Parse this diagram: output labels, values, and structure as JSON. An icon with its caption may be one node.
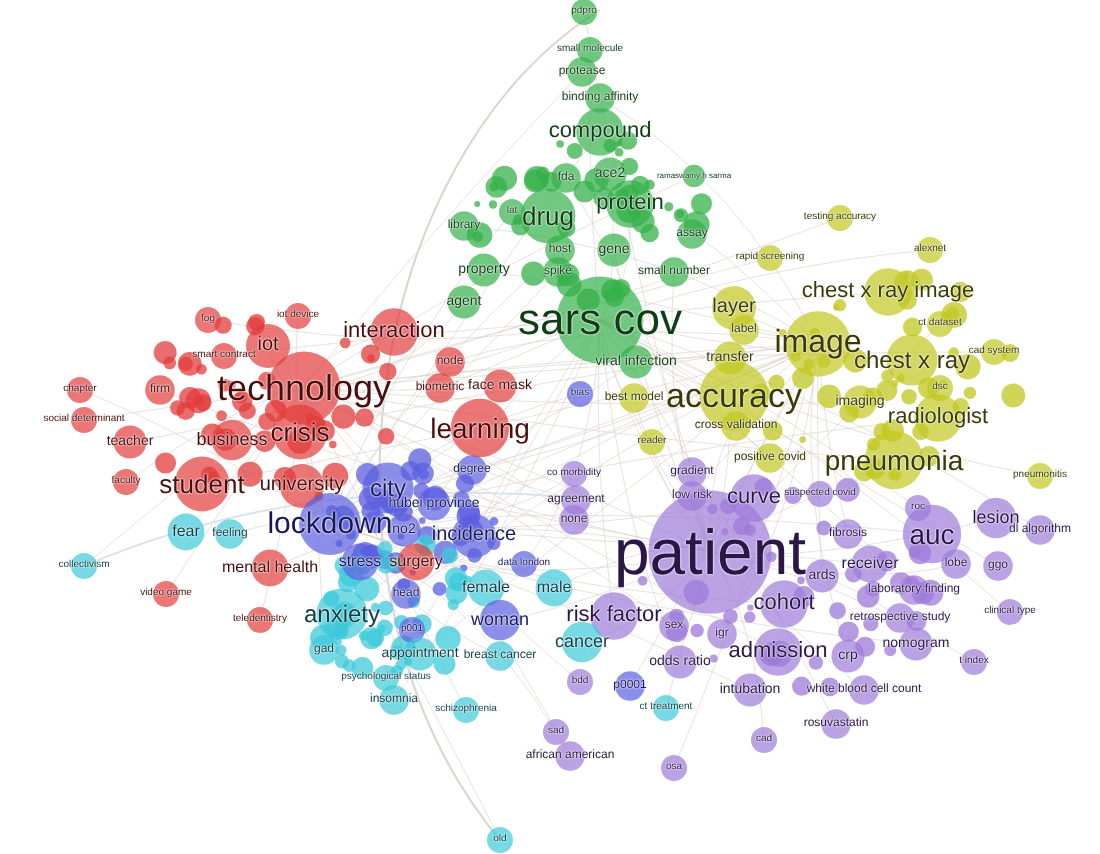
{
  "diagram": {
    "labels": [
      "pdpro",
      "small molecule",
      "protease",
      "binding affinity",
      "compound",
      "fda",
      "ace2",
      "ramaswamy h sarma",
      "library",
      "lat",
      "drug",
      "protein",
      "testing accuracy",
      "assay",
      "host",
      "gene",
      "alexnet",
      "rapid screening",
      "property",
      "spike",
      "small number",
      "chest x ray image",
      "agent",
      "layer",
      "iot device",
      "sars cov",
      "fog",
      "interaction",
      "label",
      "image",
      "ct dataset",
      "smart contract",
      "iot",
      "node",
      "viral infection",
      "transfer",
      "chest x ray",
      "cad system",
      "technology",
      "chapter",
      "firm",
      "biometric",
      "face mask",
      "dsc",
      "bias",
      "best model",
      "accuracy",
      "imaging",
      "social determinant",
      "radiologist",
      "cross validation",
      "teacher",
      "business",
      "crisis",
      "learning",
      "reader",
      "positive covid",
      "pneumonia",
      "degree",
      "co morbidity",
      "gradient",
      "pneumonitis",
      "faculty",
      "student",
      "university",
      "city",
      "hubei province",
      "agreement",
      "low risk",
      "curve",
      "suspected covid",
      "roc",
      "fear",
      "feeling",
      "lockdown",
      "no2",
      "incidence",
      "none",
      "fibrosis",
      "auc",
      "lesion",
      "dl algorithm",
      "collectivism",
      "mental health",
      "stress",
      "surgery",
      "data london",
      "patient",
      "ards",
      "receiver",
      "lobe",
      "ggo",
      "video game",
      "head",
      "female",
      "male",
      "laboratory finding",
      "teledentistry",
      "anxiety",
      "p001",
      "woman",
      "risk factor",
      "sex",
      "igr",
      "cohort",
      "retrospective study",
      "clinical type",
      "gad",
      "appointment",
      "breast cancer",
      "cancer",
      "odds ratio",
      "admission",
      "crp",
      "nomogram",
      "t index",
      "psychological status",
      "bdd",
      "p0001",
      "intubation",
      "white blood cell count",
      "insomnia",
      "schizophrenia",
      "ct treatment",
      "sad",
      "cad",
      "rosuvastatin",
      "african american",
      "osa",
      "old"
    ]
  }
}
